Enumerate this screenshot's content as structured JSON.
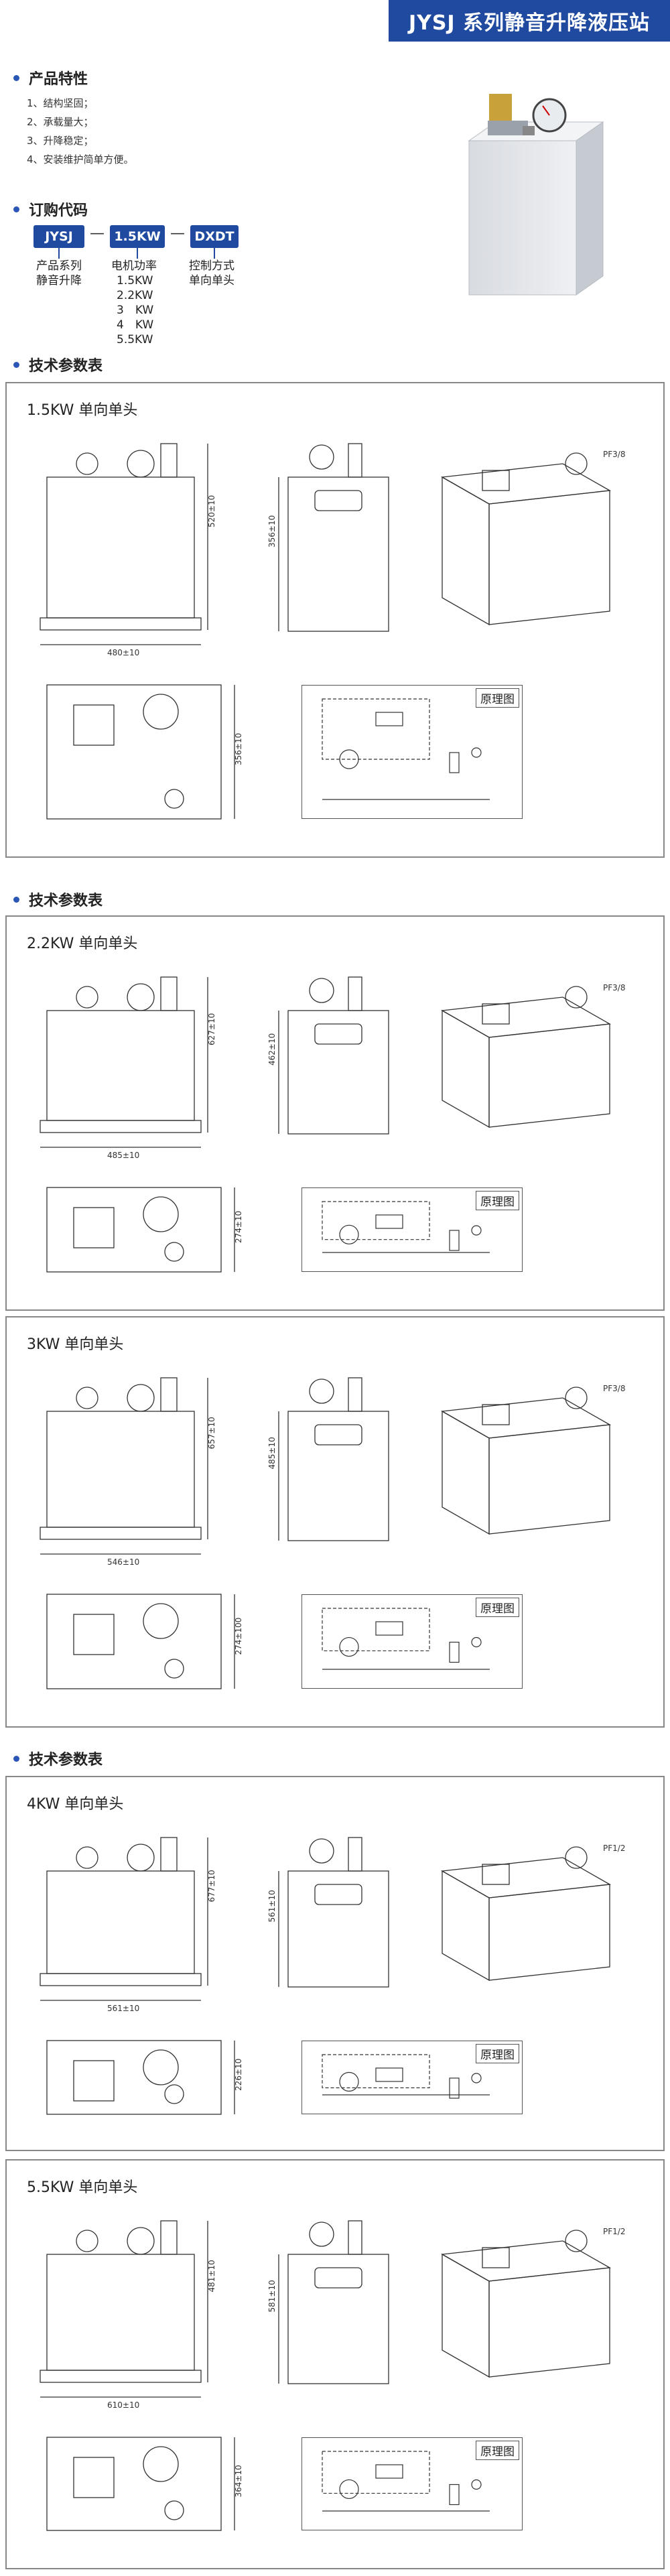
{
  "header": {
    "title": "JYSJ 系列静音升降液压站"
  },
  "features": {
    "heading": "产品特性",
    "items": [
      "1、结构坚固；",
      "2、承载量大；",
      "3、升降稳定；",
      "4、安装维护简单方便。"
    ]
  },
  "order": {
    "heading": "订购代码",
    "codes": [
      "JYSJ",
      "1.5KW",
      "DXDT"
    ],
    "sep": "—",
    "labels": [
      [
        "产品系列",
        "静音升降"
      ],
      [
        "电机功率",
        "1.5KW",
        "2.2KW",
        "3　KW",
        "4　KW",
        "5.5KW"
      ],
      [
        "控制方式",
        "单向单头"
      ]
    ]
  },
  "tech_heading": "技术参数表",
  "schematic_label": "原理图",
  "panels": [
    {
      "title": "1.5KW 单向单头",
      "port": "PF3/8",
      "h_dim": "520±10",
      "w_dim": "480±10",
      "d_dim": "356±10",
      "b_dim": "356±10"
    },
    {
      "title": "2.2KW 单向单头",
      "port": "PF3/8",
      "h_dim": "627±10",
      "w_dim": "485±10",
      "d_dim": "462±10",
      "b_dim": "274±10"
    },
    {
      "title": "3KW 单向单头",
      "port": "PF3/8",
      "h_dim": "657±10",
      "w_dim": "546±10",
      "d_dim": "485±10",
      "b_dim": "274±100"
    },
    {
      "title": "4KW 单向单头",
      "port": "PF1/2",
      "h_dim": "677±10",
      "w_dim": "561±10",
      "d_dim": "561±10",
      "b_dim": "226±10"
    },
    {
      "title": "5.5KW 单向单头",
      "port": "PF1/2",
      "h_dim": "481±10",
      "w_dim": "610±10",
      "d_dim": "581±10",
      "b_dim": "364±10"
    }
  ]
}
